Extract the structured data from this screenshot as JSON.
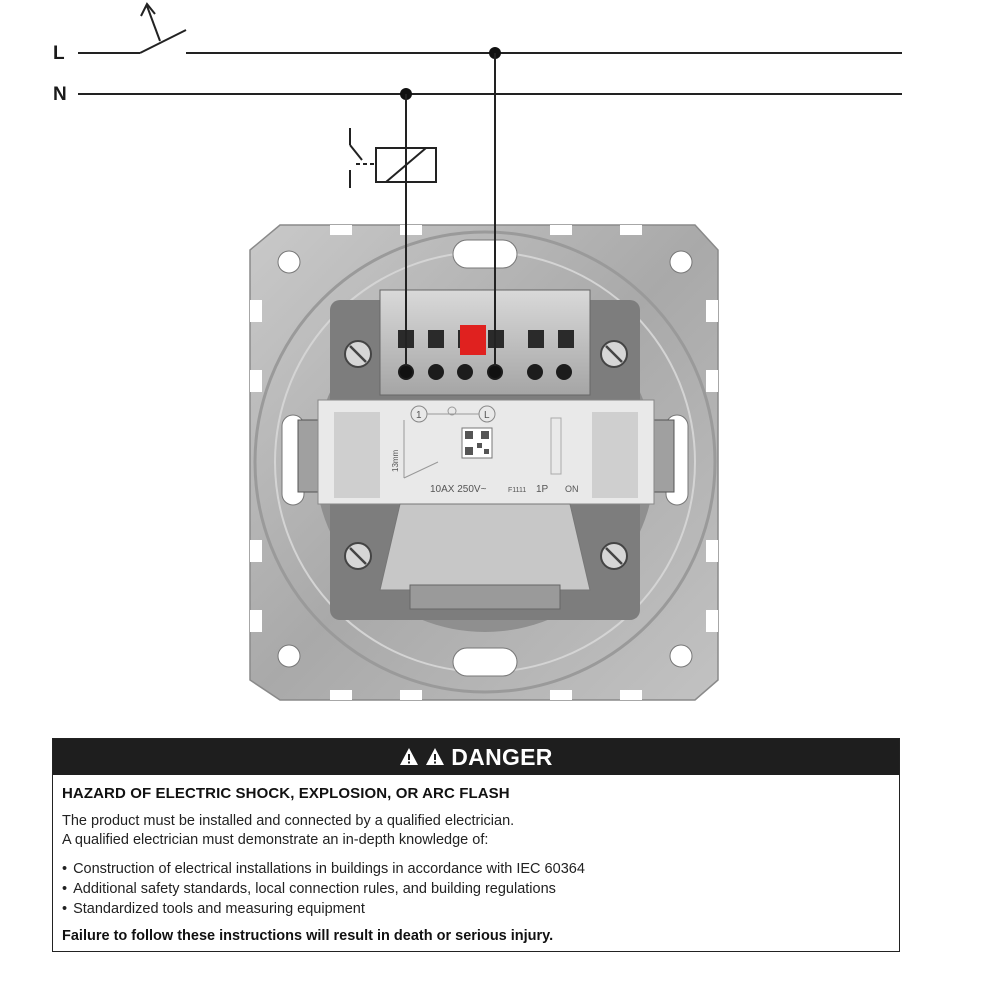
{
  "diagram": {
    "line_l": "L",
    "line_n": "N",
    "device_markings": {
      "terminal_1": "1",
      "terminal_l": "L",
      "strip_length": "13mm",
      "rating": "10AX 250V~",
      "ref": "F1111",
      "poles": "1P",
      "on": "ON"
    }
  },
  "danger": {
    "header": "DANGER",
    "icons": [
      "warning-triangle-icon",
      "warning-triangle-icon"
    ],
    "title": "HAZARD OF ELECTRIC SHOCK, EXPLOSION, OR ARC FLASH",
    "intro_1": "The product must be installed and connected by a qualified electrician.",
    "intro_2": "A qualified electrician must demonstrate an in-depth knowledge of:",
    "requirements": [
      "Construction of electrical installations in buildings in accordance with IEC 60364",
      "Additional safety standards, local connection rules, and building regulations",
      "Standardized tools and measuring equipment"
    ],
    "consequence": "Failure to follow these instructions will result in death or serious injury."
  },
  "colors": {
    "header_bg": "#1e1e1e",
    "plate": "#b9b9b9",
    "terminal_red": "#e0211f"
  }
}
